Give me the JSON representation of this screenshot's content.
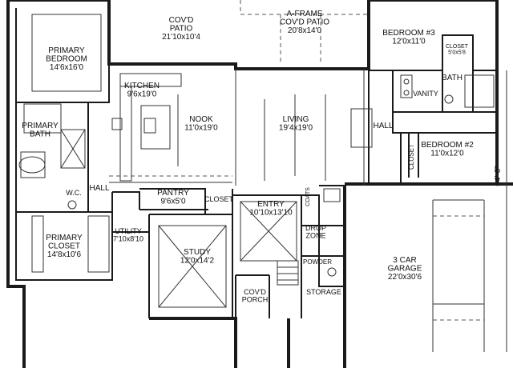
{
  "rooms": [
    {
      "id": "covd-patio",
      "lines": [
        "COV'D",
        "PATIO",
        "21'10x10'4"
      ]
    },
    {
      "id": "a-frame-patio",
      "lines": [
        "A-FRAME",
        "COV'D PATIO",
        "20'8x14'0"
      ]
    },
    {
      "id": "bedroom-3",
      "lines": [
        "BEDROOM #3",
        "12'0x11'0"
      ]
    },
    {
      "id": "closet-small",
      "lines": [
        "CLOSET",
        "5'0x5'8"
      ]
    },
    {
      "id": "primary-bedroom",
      "lines": [
        "PRIMARY",
        "BEDROOM",
        "14'6x16'0"
      ]
    },
    {
      "id": "kitchen",
      "lines": [
        "KITCHEN",
        "9'6x19'0"
      ]
    },
    {
      "id": "nook",
      "lines": [
        "NOOK",
        "11'0x19'0"
      ]
    },
    {
      "id": "living",
      "lines": [
        "LIVING",
        "19'4x19'0"
      ]
    },
    {
      "id": "bath",
      "lines": [
        "BATH"
      ]
    },
    {
      "id": "vanity",
      "lines": [
        "VANITY"
      ]
    },
    {
      "id": "primary-bath",
      "lines": [
        "PRIMARY",
        "BATH"
      ]
    },
    {
      "id": "hall-right",
      "lines": [
        "HALL"
      ]
    },
    {
      "id": "bedroom-2",
      "lines": [
        "BEDROOM #2",
        "11'0x12'0"
      ]
    },
    {
      "id": "closet-vertical",
      "lines": [
        "CLOSET"
      ]
    },
    {
      "id": "hall-left",
      "lines": [
        "HALL"
      ]
    },
    {
      "id": "wc",
      "lines": [
        "W.C."
      ]
    },
    {
      "id": "pantry",
      "lines": [
        "PANTRY",
        "9'6x5'0"
      ]
    },
    {
      "id": "closet-entry",
      "lines": [
        "CLOSET"
      ]
    },
    {
      "id": "entry",
      "lines": [
        "ENTRY",
        "10'10x13'10"
      ]
    },
    {
      "id": "coats",
      "lines": [
        "COATS"
      ]
    },
    {
      "id": "utility",
      "lines": [
        "UTILITY",
        "7'10x8'10"
      ]
    },
    {
      "id": "primary-closet",
      "lines": [
        "PRIMARY",
        "CLOSET",
        "14'8x10'6"
      ]
    },
    {
      "id": "study",
      "lines": [
        "STUDY",
        "12'0x14'2"
      ]
    },
    {
      "id": "drop-zone",
      "lines": [
        "DROP",
        "ZONE"
      ]
    },
    {
      "id": "powder",
      "lines": [
        "POWDER"
      ]
    },
    {
      "id": "garage",
      "lines": [
        "3 CAR",
        "GARAGE",
        "22'0x30'6"
      ]
    },
    {
      "id": "covd-porch",
      "lines": [
        "COV'D",
        "PORCH"
      ]
    },
    {
      "id": "storage",
      "lines": [
        "STORAGE"
      ]
    }
  ],
  "dimension": "64'-6\""
}
